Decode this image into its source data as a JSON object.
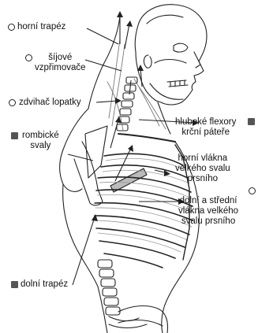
{
  "labels": {
    "upper_trapezius": "horní trapéz",
    "erector_spinae_cervical": [
      "šíjové",
      "vzpřimovače"
    ],
    "levator_scapulae": "zdvihač lopatky",
    "rhomboids": [
      "rombické",
      "svaly"
    ],
    "deep_neck_flexors": [
      "hluboké flexory",
      "krční páteře"
    ],
    "pec_major_upper": [
      "horní vlákna",
      "velkého svalu",
      "prsního"
    ],
    "pec_major_lower_middle": [
      "dolní a střední",
      "vlákna velkého",
      "svalu prsního"
    ],
    "lower_trapezius": "dolní trapéz"
  },
  "markers": {
    "upper_trapezius": "open-circle",
    "erector_spinae_cervical": "open-circle",
    "levator_scapulae": "open-circle",
    "rhomboids": "filled-square",
    "deep_neck_flexors": "filled-square",
    "pec_major_lower_middle": "open-circle",
    "lower_trapezius": "filled-square"
  },
  "colors": {
    "ink": "#222222",
    "muscle": "#9a9a9a",
    "marker_fill": "#555555",
    "background": "#ffffff"
  }
}
